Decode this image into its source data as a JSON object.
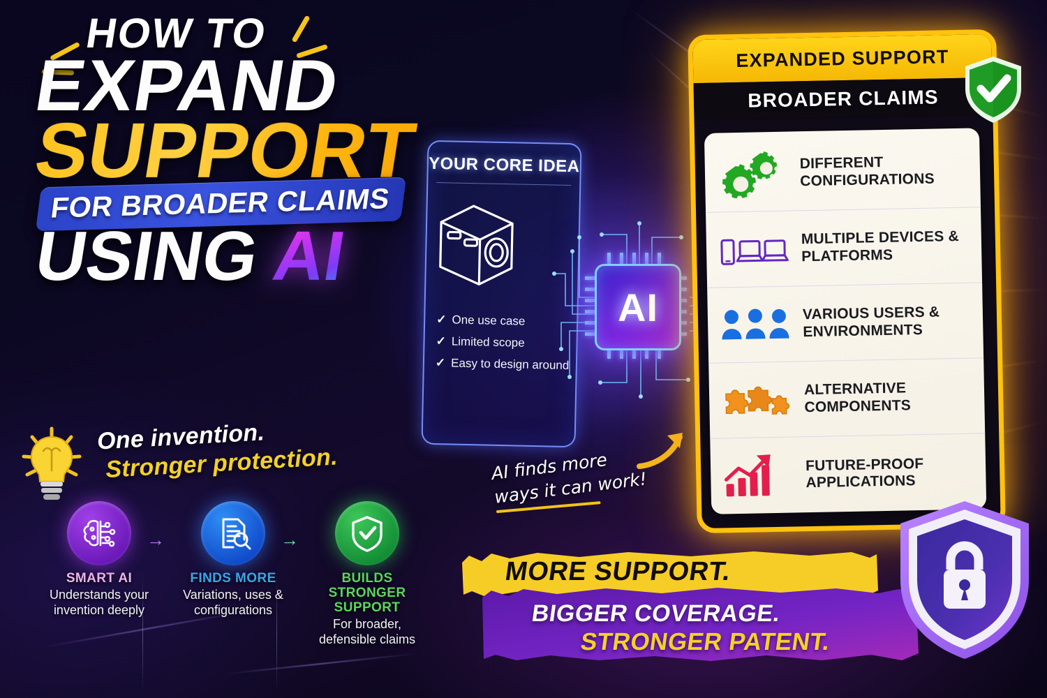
{
  "title": {
    "line1": "HOW TO",
    "line2": "EXPAND",
    "line3": "SUPPORT",
    "line4": "FOR BROADER CLAIMS",
    "line5_prefix": "USING ",
    "line5_accent": "AI"
  },
  "tagline": {
    "line1": "One invention.",
    "line2": "Stronger protection.",
    "icon": "lightbulb-icon"
  },
  "flow": {
    "steps": [
      {
        "icon": "brain-circuit-icon",
        "heading": "SMART AI",
        "heading_color": "#f0b6e8",
        "body": "Understands your invention deeply",
        "circle_color": "#8c2ad6"
      },
      {
        "icon": "document-search-icon",
        "heading": "FINDS MORE",
        "heading_color": "#35a9e8",
        "body": "Variations, uses & configurations",
        "circle_color": "#1a63dd"
      },
      {
        "icon": "shield-check-icon",
        "heading": "BUILDS STRONGER SUPPORT",
        "heading_color": "#5bd75b",
        "body": "For broader, defensible claims",
        "circle_color": "#1ea041"
      }
    ],
    "arrow_glyph": "→"
  },
  "core_card": {
    "title": "YOUR CORE IDEA",
    "icon": "cube-box-icon",
    "check_glyph": "✓",
    "items": [
      "One use case",
      "Limited scope",
      "Easy to design around"
    ]
  },
  "chip": {
    "label": "AI",
    "icon": "ai-chip-icon"
  },
  "note": {
    "line1": "AI finds more",
    "line2": "ways it can work!",
    "arrow_icon": "curved-arrow-icon"
  },
  "right_card": {
    "badge_icon": "green-shield-check-icon",
    "header_yellow": "EXPANDED SUPPORT",
    "header_black": "BROADER CLAIMS",
    "items": [
      {
        "icon": "gears-icon",
        "label": "DIFFERENT CONFIGURATIONS",
        "color": "#22a822"
      },
      {
        "icon": "devices-icon",
        "label": "MULTIPLE DEVICES & PLATFORMS",
        "color": "#6327c4"
      },
      {
        "icon": "users-icon",
        "label": "VARIOUS USERS & ENVIRONMENTS",
        "color": "#1a6fe0"
      },
      {
        "icon": "puzzle-icon",
        "label": "ALTERNATIVE COMPONENTS",
        "color": "#f0921d"
      },
      {
        "icon": "growth-chart-icon",
        "label": "FUTURE-PROOF APPLICATIONS",
        "color": "#e31e4d"
      }
    ]
  },
  "bottom_banner": {
    "line1": "MORE SUPPORT.",
    "line2": "BIGGER COVERAGE.",
    "line3": "STRONGER PATENT.",
    "yellow": "#f6cd26",
    "purple": "#6b22b8",
    "lock_icon": "lock-shield-icon"
  }
}
